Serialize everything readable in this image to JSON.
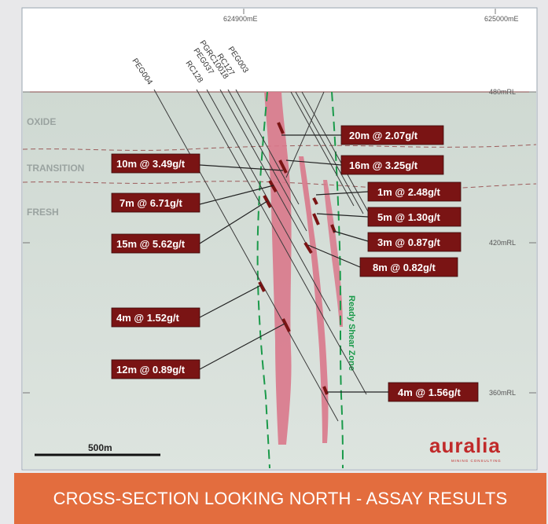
{
  "coordinates": {
    "easting_1": "624900mE",
    "easting_2": "625000mE",
    "rl_480": "480mRL",
    "rl_420": "420mRL",
    "rl_360": "360mRL"
  },
  "zones": {
    "oxide": "OXIDE",
    "transition": "TRANSITION",
    "fresh": "FRESH"
  },
  "drillholes": [
    "PEG004",
    "RC128",
    "PEG037",
    "PGRC10018",
    "RC127",
    "PEG003"
  ],
  "intercepts": [
    "20m @ 2.07g/t",
    "16m @ 3.25g/t",
    "10m @ 3.49g/t",
    "1m @ 2.48g/t",
    "7m @ 6.71g/t",
    "5m @ 1.30g/t",
    "3m @ 0.87g/t",
    "15m @ 5.62g/t",
    "8m @ 0.82g/t",
    "4m @ 1.52g/t",
    "12m @ 0.89g/t",
    "4m @ 1.56g/t"
  ],
  "shear_zone_label": "Ready Shear Zone",
  "scale_bar_label": "500m",
  "logo": {
    "name": "auralia",
    "tagline": "MINING CONSULTING"
  },
  "caption": "CROSS-SECTION LOOKING NORTH - ASSAY RESULTS",
  "colors": {
    "callout": "#7a1414",
    "orebody": "#d9788b",
    "shear_zone": "#1a9a4a",
    "caption_bar": "#e36d3e",
    "sky": "#ffffff",
    "ground": "#d6dfd9"
  }
}
